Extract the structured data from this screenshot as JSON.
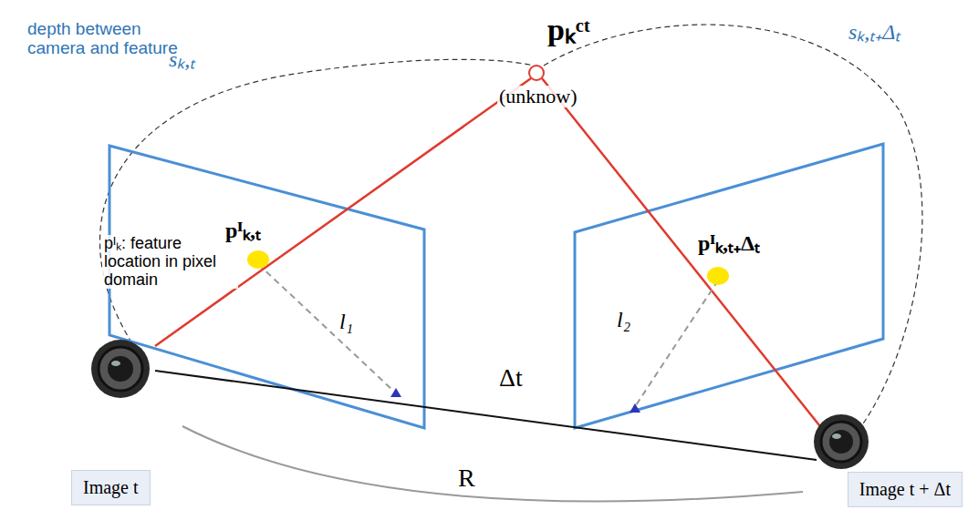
{
  "diagram": {
    "nodes": [
      {
        "text": [
          "Image t"
        ]
      },
      {
        "text": [
          "Image t + Δt"
        ]
      }
    ],
    "labels": [
      "depth between camera and feature",
      "sₖ,ₜ",
      "sₖ,ₜ₊Δₜ",
      "pₖᶜᵗ",
      "(unknow)",
      "pᴵₖ: feature location in pixel domain",
      "pᴵₖ,ₜ",
      "pᴵₖ,ₜ₊Δₜ",
      "l₁",
      "l₂",
      "Δt",
      "R"
    ]
  }
}
